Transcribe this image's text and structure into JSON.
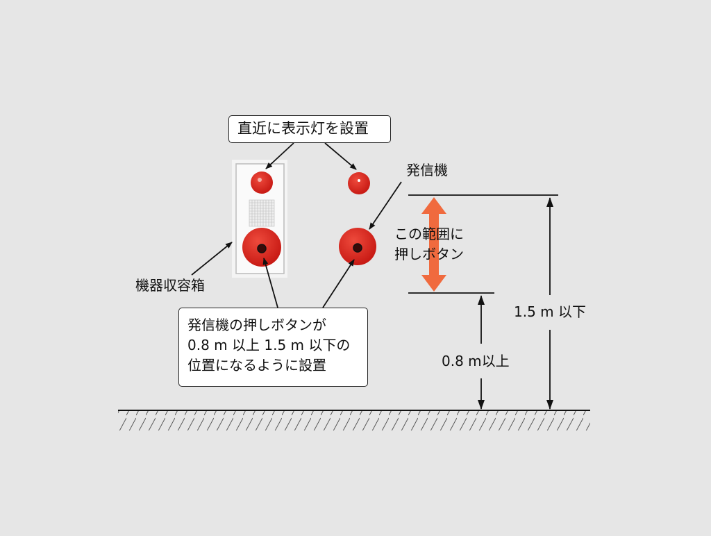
{
  "labels": {
    "indicator_lamp_callout": "直近に表示灯を設置",
    "transmitter": "発信機",
    "equipment_box": "機器収容箱",
    "range_line1": "この範囲に",
    "range_line2": "押しボタン",
    "max_height": "1.5 m 以下",
    "min_height": "0.8 m以上",
    "button_callout_line1": "発信機の押しボタンが",
    "button_callout_line2": "0.8 m 以上 1.5 m 以下の",
    "button_callout_line3": "位置になるように設置"
  },
  "colors": {
    "background": "#e6e6e6",
    "device_red": "#d8231c",
    "range_arrow": "#f06a3e"
  }
}
